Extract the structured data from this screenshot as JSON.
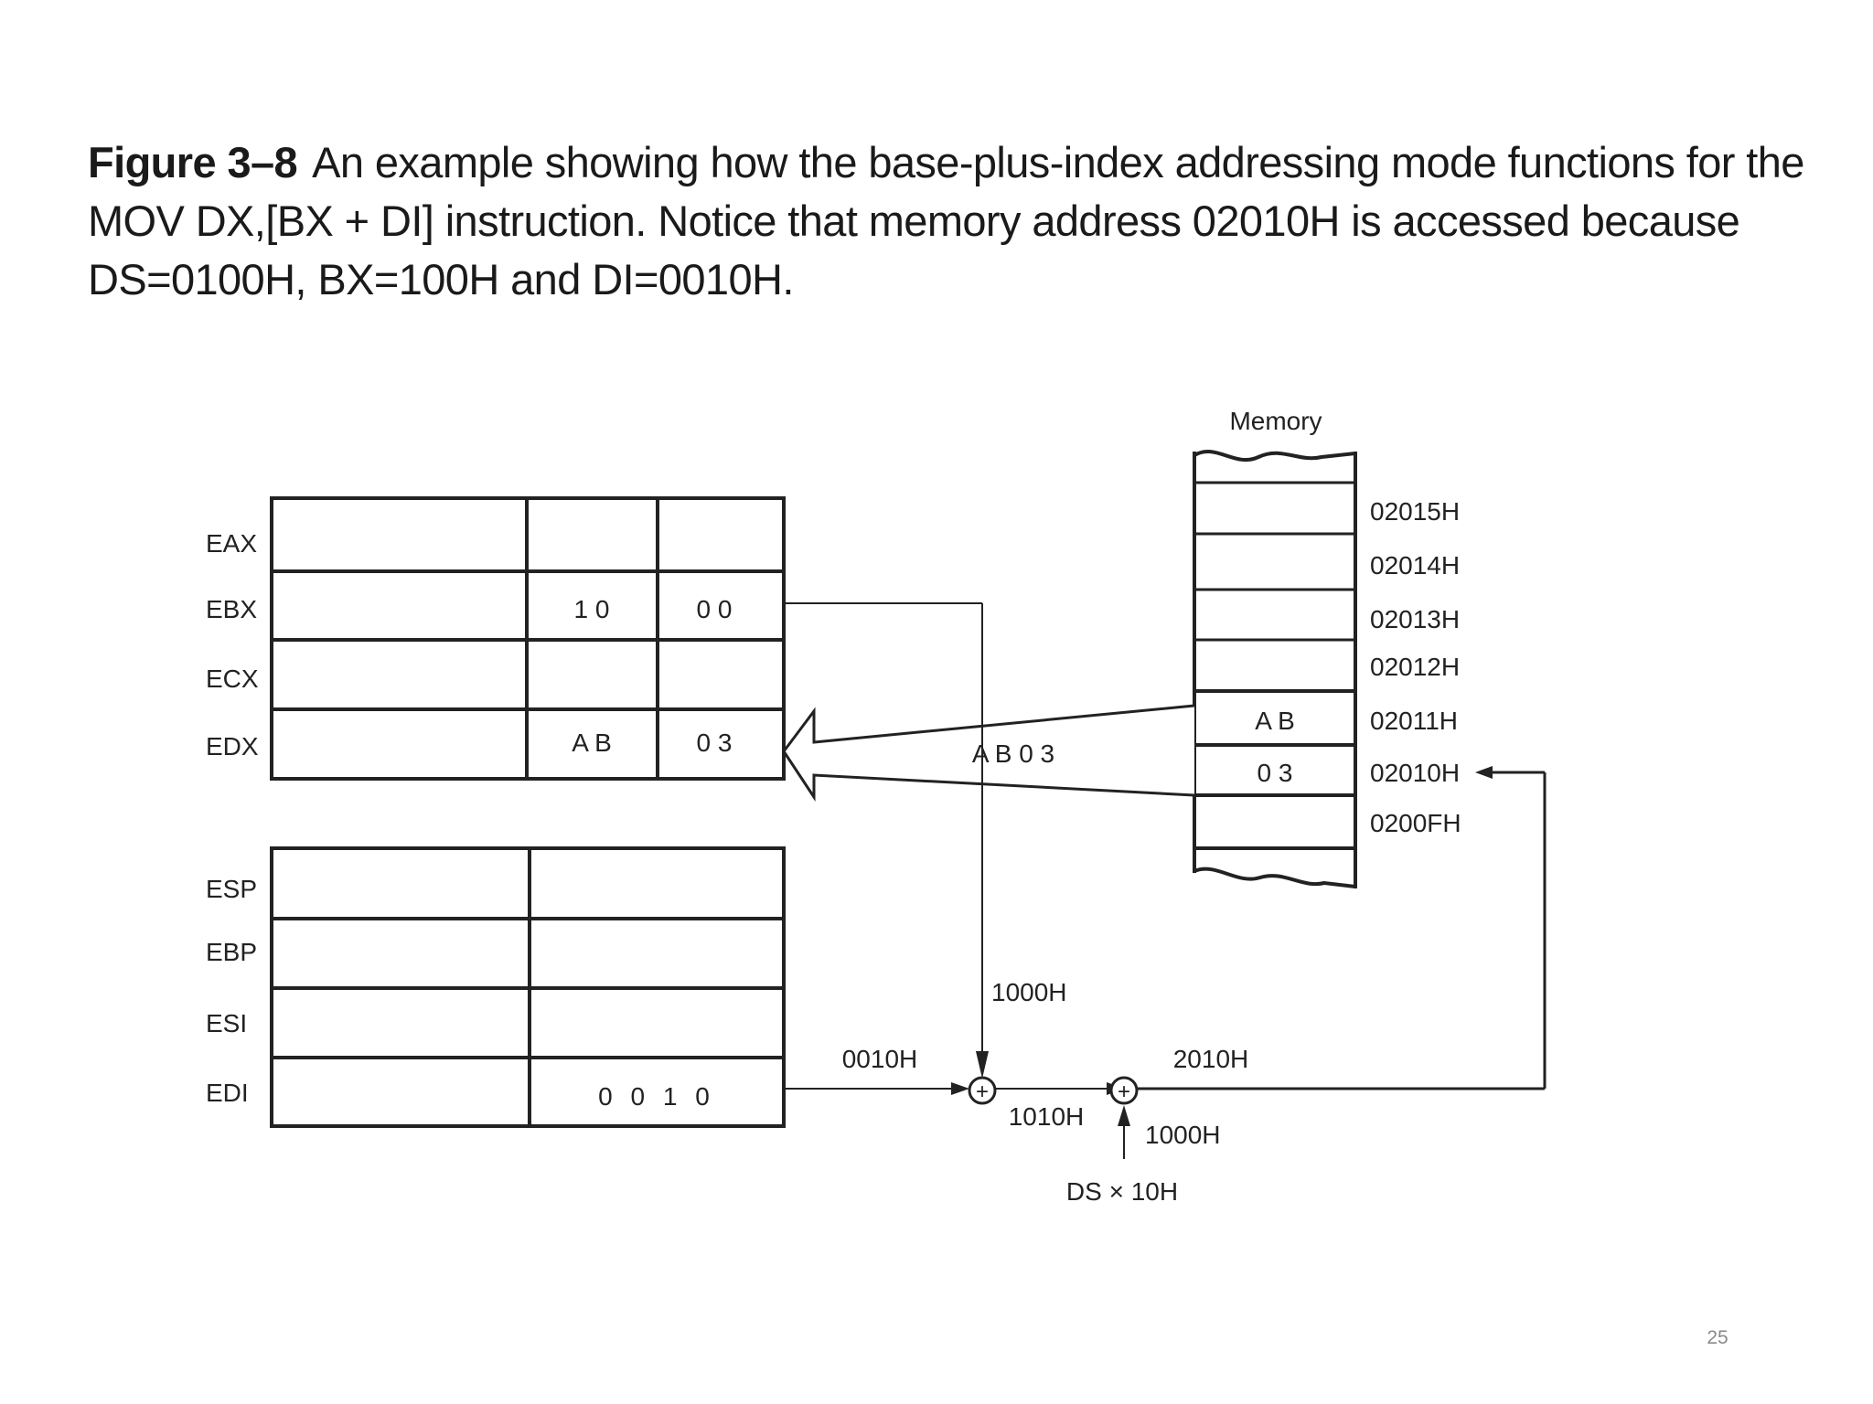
{
  "caption": {
    "label": "Figure 3–8",
    "text": "An example showing how the base-plus-index addressing mode functions for the MOV DX,[BX + DI] instruction. Notice that memory address 02010H is accessed because DS=0100H, BX=100H and DI=0010H."
  },
  "registers_32": {
    "names": [
      "EAX",
      "EBX",
      "ECX",
      "EDX"
    ],
    "values": [
      {
        "high": "",
        "low": ""
      },
      {
        "high": "1 0",
        "low": "0 0"
      },
      {
        "high": "",
        "low": ""
      },
      {
        "high": "A B",
        "low": "0 3"
      }
    ]
  },
  "registers_index": {
    "names": [
      "ESP",
      "EBP",
      "ESI",
      "EDI"
    ],
    "values": [
      "",
      "",
      "",
      "0 0 1 0"
    ]
  },
  "memory": {
    "title": "Memory",
    "addresses": [
      "02015H",
      "02014H",
      "02013H",
      "02012H",
      "02011H",
      "02010H",
      "0200FH"
    ],
    "cells": [
      "",
      "",
      "",
      "",
      "A B",
      "0 3",
      ""
    ]
  },
  "flow": {
    "data_label": "A B 0 3",
    "bx_term": "1000H",
    "di_term": "0010H",
    "adder1_symbol": "+",
    "adder2_symbol": "+",
    "sum1": "1010H",
    "sum2": "2010H",
    "ds_term": "1000H",
    "ds_expr": "DS × 10H"
  },
  "page_number": "25"
}
